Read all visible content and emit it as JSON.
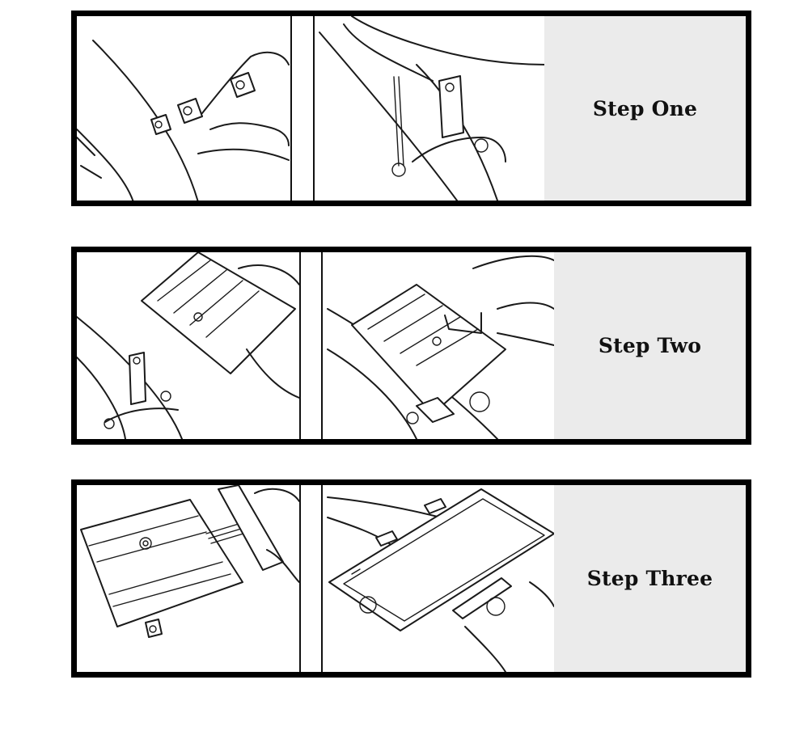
{
  "steps": [
    {
      "label": "Step One"
    },
    {
      "label": "Step Two"
    },
    {
      "label": "Step Three"
    }
  ],
  "colors": {
    "border": "#000000",
    "label_bg": "#ebebeb",
    "text": "#111111"
  }
}
